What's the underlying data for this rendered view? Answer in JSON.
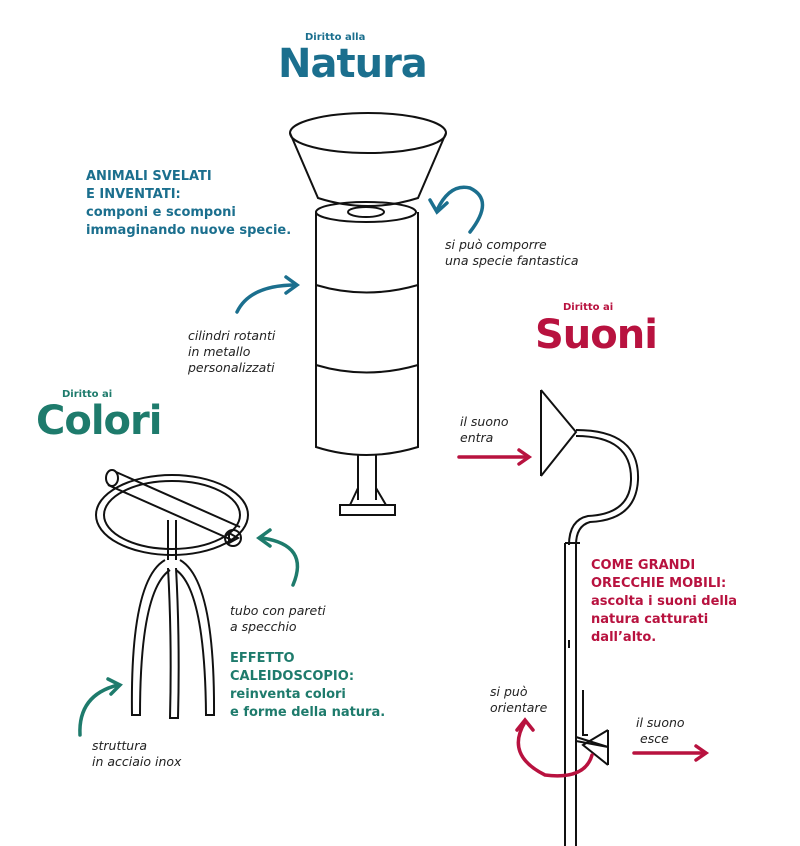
{
  "colors": {
    "natura": "#1b6f8e",
    "colori": "#1e7b6c",
    "suoni": "#b8123f",
    "ink": "#111111"
  },
  "natura": {
    "kicker": "Diritto alla",
    "title": "Natura",
    "feature_heading": [
      "ANIMALI SVELATI",
      "E INVENTATI:"
    ],
    "feature_body": [
      "componi e scomponi",
      "immaginando nuove specie."
    ],
    "note_top": [
      "si può comporre",
      "una specie fantastica"
    ],
    "note_cylinders": [
      "cilindri rotanti",
      "in metallo",
      "personalizzati"
    ]
  },
  "colori": {
    "kicker": "Diritto ai",
    "title": "Colori",
    "note_tube": [
      "tubo con pareti",
      "a specchio"
    ],
    "feature_heading": [
      "EFFETTO",
      "CALEIDOSCOPIO:"
    ],
    "feature_body": [
      "reinventa colori",
      "e forme della natura."
    ],
    "note_structure": [
      "struttura",
      "in acciaio inox"
    ]
  },
  "suoni": {
    "kicker": "Diritto ai",
    "title": "Suoni",
    "note_in": [
      "il suono",
      "entra"
    ],
    "feature_heading": [
      "COME GRANDI",
      "ORECCHIE MOBILI:"
    ],
    "feature_body": [
      "ascolta i suoni della",
      "natura catturati",
      "dall’alto."
    ],
    "note_orient": [
      "si può",
      "orientare"
    ],
    "note_out": [
      "il suono",
      "esce"
    ]
  }
}
